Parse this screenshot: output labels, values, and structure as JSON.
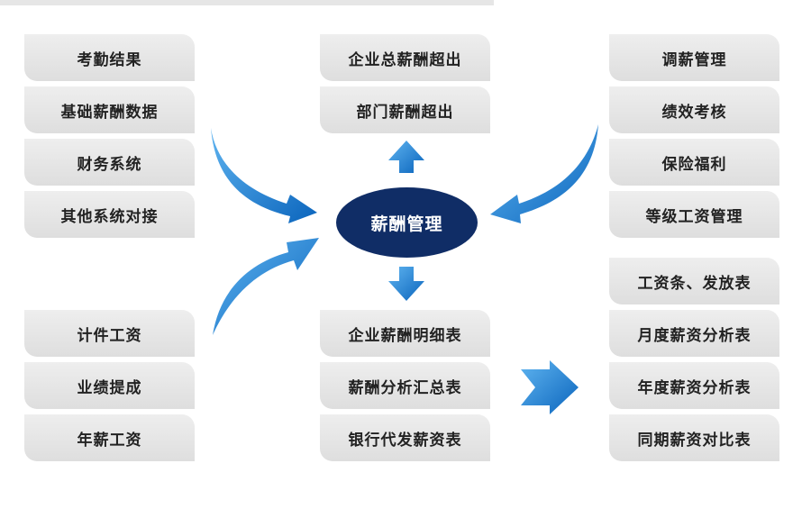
{
  "center": {
    "label": "薪酬管理"
  },
  "inputs_left": [
    "考勤结果",
    "基础薪酬数据",
    "财务系统",
    "其他系统对接"
  ],
  "inputs_bottom_left": [
    "计件工资",
    "业绩提成",
    "年薪工资"
  ],
  "outputs_top": [
    "企业总薪酬超出",
    "部门薪酬超出"
  ],
  "inputs_right": [
    "调薪管理",
    "绩效考核",
    "保险福利",
    "等级工资管理"
  ],
  "outputs_bottom_center": [
    "企业薪酬明细表",
    "薪酬分析汇总表",
    "银行代发薪资表"
  ],
  "reports_right": [
    "工资条、发放表",
    "月度薪资分析表",
    "年度薪资分析表",
    "同期薪资对比表"
  ],
  "colors": {
    "center_fill": "#102d66",
    "arrow_blue": "#1a7fd6",
    "box_fill": "#e6e6e6",
    "text": "#222222"
  }
}
